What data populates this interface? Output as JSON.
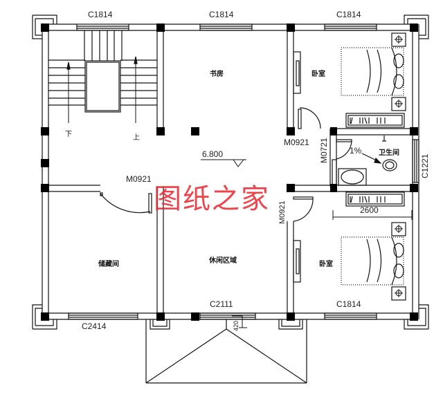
{
  "drawing": {
    "type": "floor-plan",
    "floor_level": "6.800",
    "watermark": "图纸之家",
    "colors": {
      "line": "#111111",
      "column": "#000000",
      "watermark": "#e8242c",
      "background": "#ffffff"
    }
  },
  "rooms": [
    {
      "id": "stair",
      "label": "",
      "up": "上",
      "down": "下"
    },
    {
      "id": "study",
      "label": "书房"
    },
    {
      "id": "bedroom-north",
      "label": "卧室"
    },
    {
      "id": "bathroom",
      "label": "卫生间",
      "slope": "1%"
    },
    {
      "id": "storage",
      "label": "储藏间"
    },
    {
      "id": "lounge",
      "label": "休闲区域"
    },
    {
      "id": "bedroom-south",
      "label": "卧室"
    }
  ],
  "windows": {
    "top_left": "C1814",
    "top_middle": "C1814",
    "top_right": "C1814",
    "bottom_left": "C2414",
    "bottom_middle": "C2111",
    "bottom_right": "C1814",
    "right_bathroom": "C1221"
  },
  "doors": {
    "bedroom_north": "M0921",
    "storage": "M0921",
    "bathroom": "M0721",
    "bedroom_south": "M0921"
  },
  "dimensions": {
    "bath_width": "2600",
    "balcony_offset": "420"
  }
}
